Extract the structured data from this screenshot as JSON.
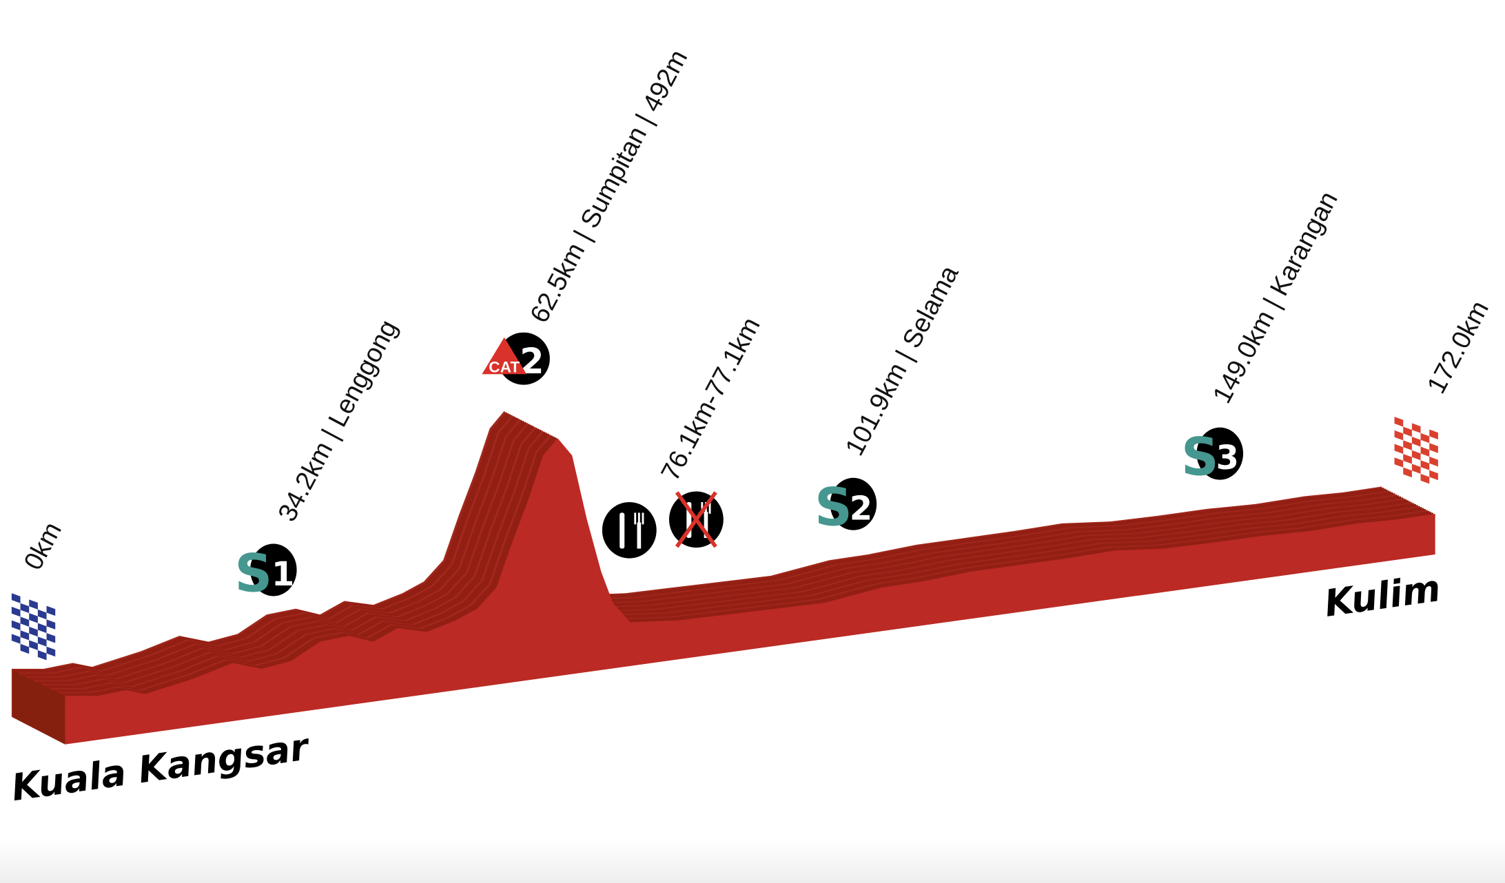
{
  "stage": {
    "start_town": "Kuala Kangsar",
    "finish_town": "Kulim",
    "colors": {
      "profile_front": "#bb2a24",
      "profile_side": "#8a1f13",
      "sprint": "#45978f",
      "start_flag": "#2a3a8f",
      "finish_flag": "#d9412e"
    }
  },
  "labels": {
    "start": "0km",
    "sprint1": "34.2km | Lenggong",
    "kom": "62.5km | Sumpitan | 492m",
    "feed": "76.1km-77.1km",
    "sprint2": "101.9km | Selama",
    "sprint3": "149.0km | Karangan",
    "finish": "172.0km"
  },
  "badges": {
    "sprint_letter": "S",
    "sprint1_num": "1",
    "sprint2_num": "2",
    "sprint3_num": "3",
    "kom_cat": "CAT",
    "kom_num": "2"
  },
  "icons": [
    "start-flag-icon",
    "sprint-icon",
    "kom-cat2-icon",
    "feed-zone-icon",
    "feed-zone-end-icon",
    "finish-flag-icon"
  ]
}
